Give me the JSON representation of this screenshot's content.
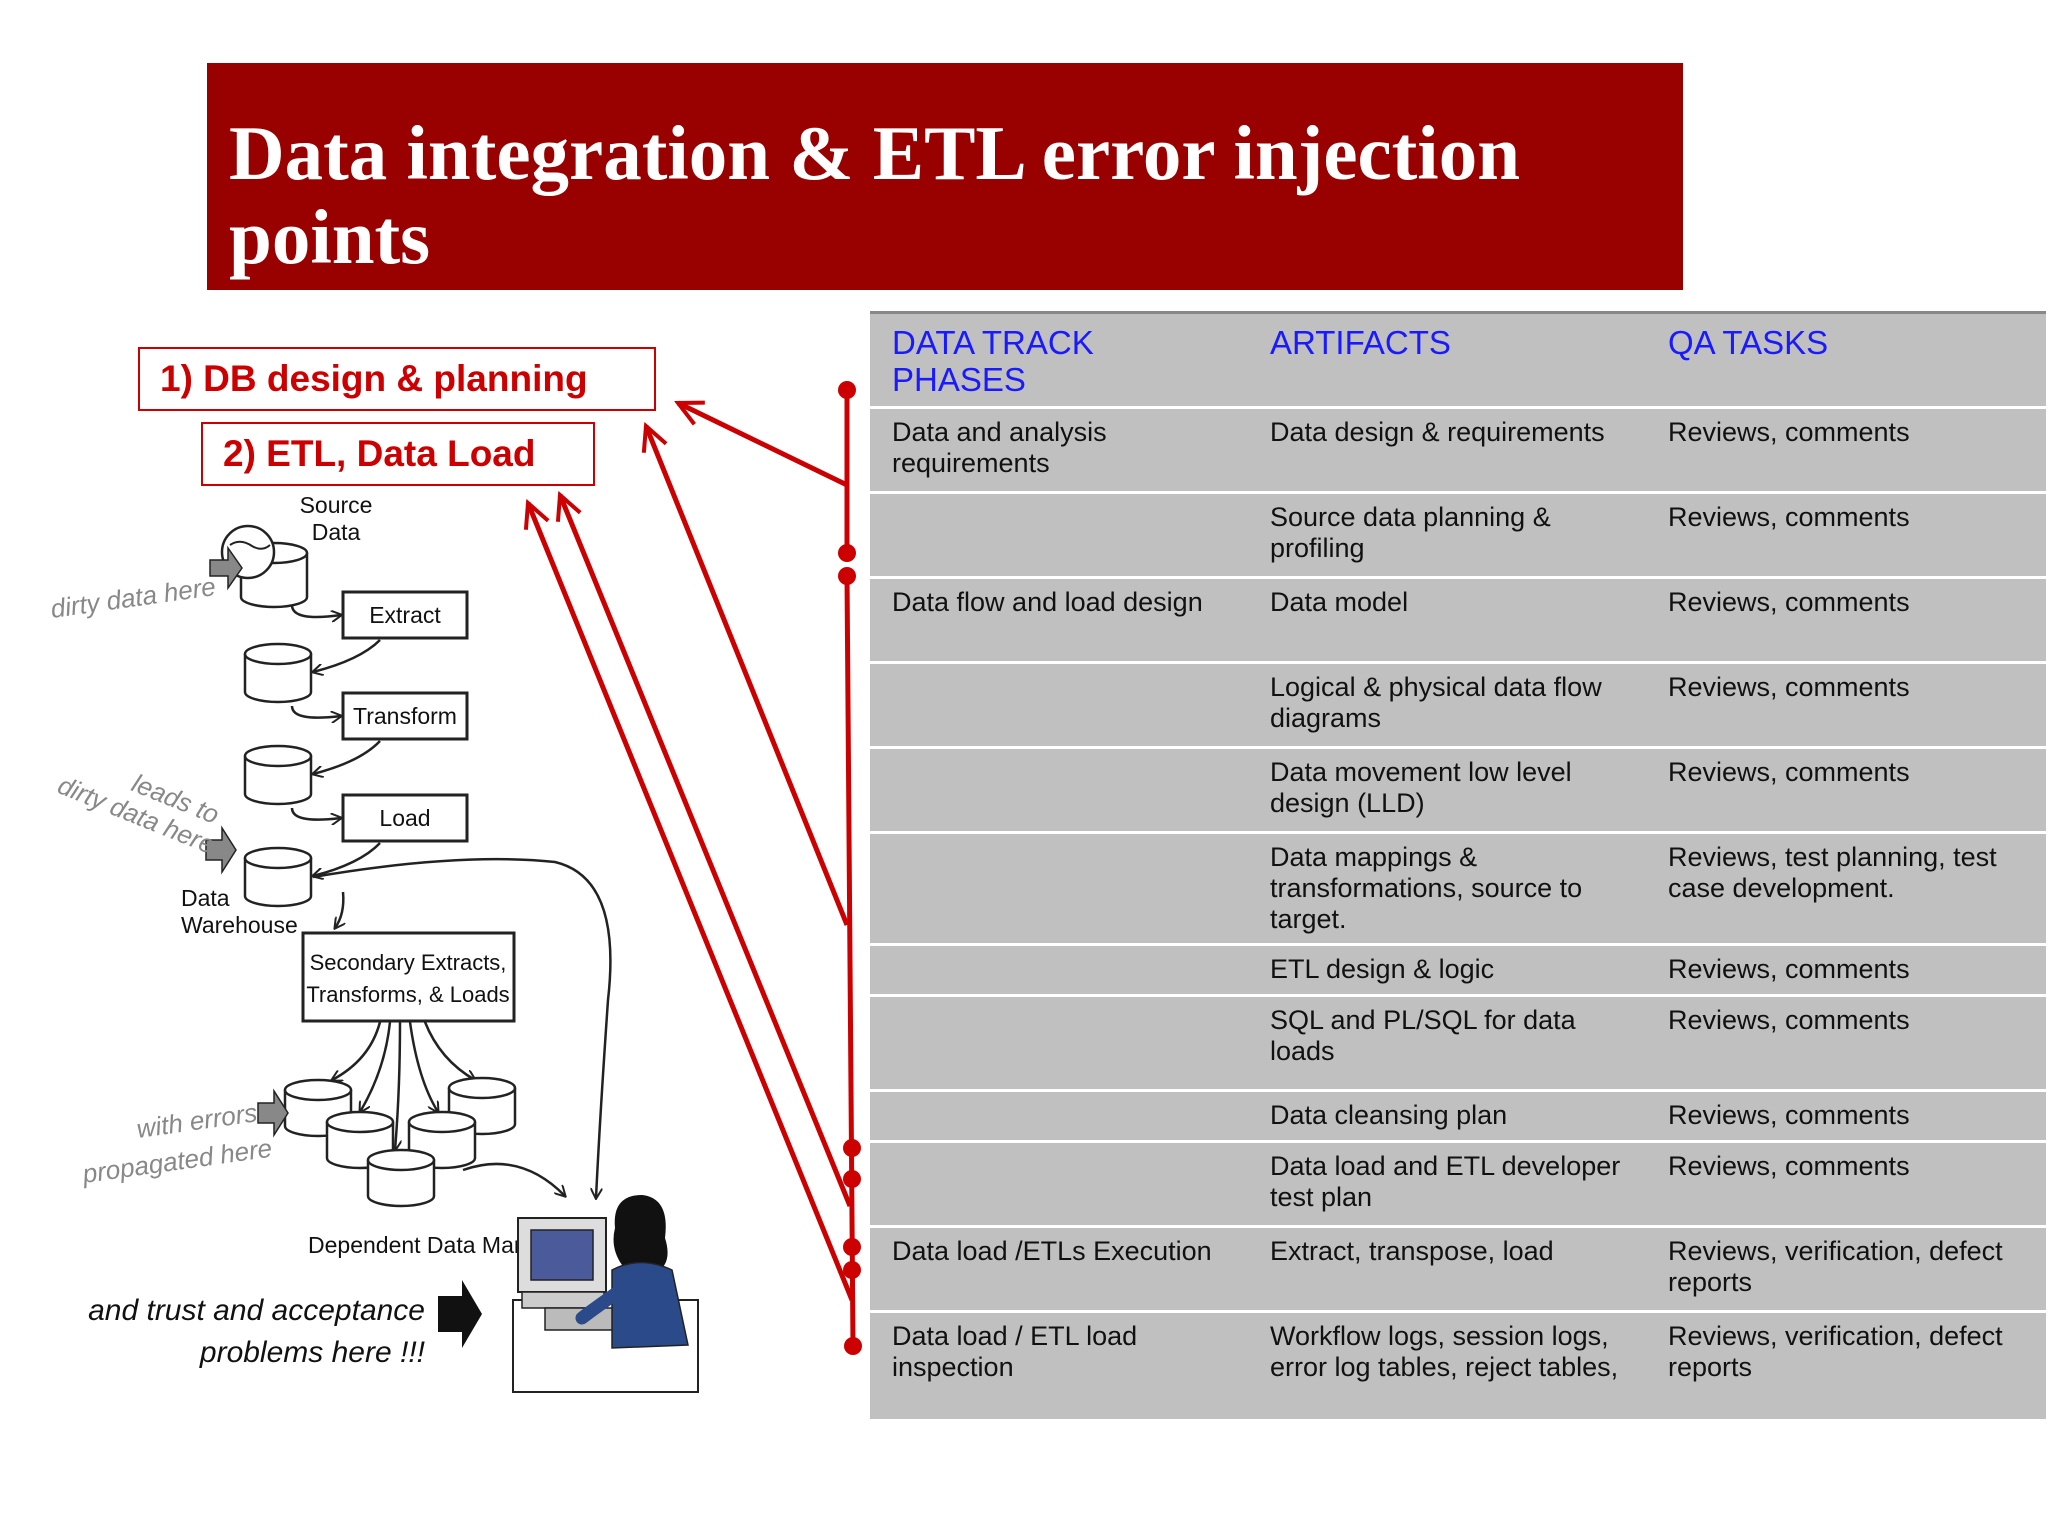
{
  "title": "Data integration & ETL error injection points",
  "labels": {
    "db_design": "1)  DB design & planning",
    "etl_load": "2)  ETL, Data Load"
  },
  "diagram": {
    "source_data_line1": "Source",
    "source_data_line2": "Data",
    "extract": "Extract",
    "transform": "Transform",
    "load": "Load",
    "data_warehouse_line1": "Data",
    "data_warehouse_line2": "Warehouse",
    "secondary_line1": "Secondary Extracts,",
    "secondary_line2": "Transforms, & Loads",
    "dependent_marts": "Dependent Data Marts",
    "dirty_data_here": "dirty data here",
    "leads_to": "leads to",
    "dirty_data_here_2": "dirty data here",
    "with_errors": "with errors",
    "propagated_here": "propagated here",
    "trust_line1": "and trust and acceptance",
    "trust_line2": "problems here !!!"
  },
  "table": {
    "headers": [
      "DATA TRACK PHASES",
      "ARTIFACTS",
      "QA TASKS"
    ],
    "rows": [
      [
        "Data and analysis requirements",
        "Data design & requirements",
        "Reviews, comments"
      ],
      [
        "",
        "Source data planning & profiling",
        "Reviews, comments"
      ],
      [
        "Data flow and load design",
        "Data model",
        "Reviews, comments"
      ],
      [
        "",
        "Logical & physical data flow diagrams",
        "Reviews, comments"
      ],
      [
        "",
        "Data movement low level design (LLD)",
        "Reviews, comments"
      ],
      [
        "",
        "Data mappings & transformations, source to target.",
        "Reviews, test planning, test case development."
      ],
      [
        "",
        "ETL design & logic",
        "Reviews, comments"
      ],
      [
        "",
        "SQL and PL/SQL for data loads",
        "Reviews, comments"
      ],
      [
        "",
        "Data cleansing plan",
        "Reviews, comments"
      ],
      [
        "",
        "Data load and ETL developer test plan",
        "Reviews, comments"
      ],
      [
        "Data load /ETLs Execution",
        "Extract, transpose, load",
        "Reviews, verification, defect reports"
      ],
      [
        "Data load / ETL load inspection",
        "Workflow logs, session logs, error log tables, reject tables,",
        "Reviews, verification, defect reports"
      ]
    ]
  },
  "colors": {
    "title_bg": "#990000",
    "accent_red": "#cc0000",
    "header_blue": "#1a1aff",
    "table_bg": "#c0c0c0"
  }
}
